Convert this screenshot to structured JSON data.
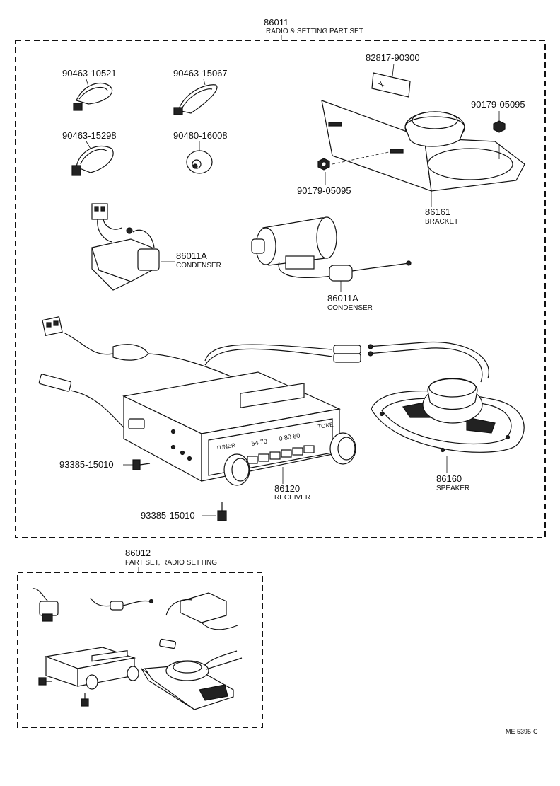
{
  "main_set": {
    "number": "86011",
    "name": "RADIO & SETTING PART SET"
  },
  "parts": {
    "p90463_10521": "90463-10521",
    "p90463_15067": "90463-15067",
    "p90463_15298": "90463-15298",
    "p90480_16008": "90480-16008",
    "p82817_90300": "82817-90300",
    "p90179_05095_a": "90179-05095",
    "p90179_05095_b": "90179-05095",
    "bracket": {
      "number": "86161",
      "name": "BRACKET"
    },
    "condenser_a": {
      "number": "86011A",
      "name": "CONDENSER"
    },
    "condenser_b": {
      "number": "86011A",
      "name": "CONDENSER"
    },
    "receiver": {
      "number": "86120",
      "name": "RECEIVER"
    },
    "speaker": {
      "number": "86160",
      "name": "SPEAKER"
    },
    "p93385_15010_a": "93385-15010",
    "p93385_15010_b": "93385-15010"
  },
  "receiver_face": {
    "tuner_label": "TUNER",
    "tone_label": "TONE",
    "dial_left": "54  70",
    "dial_right": "0  80 60"
  },
  "sub_set": {
    "number": "86012",
    "name": "PART SET, RADIO SETTING"
  },
  "footer": {
    "code": "ME 5395-C"
  }
}
